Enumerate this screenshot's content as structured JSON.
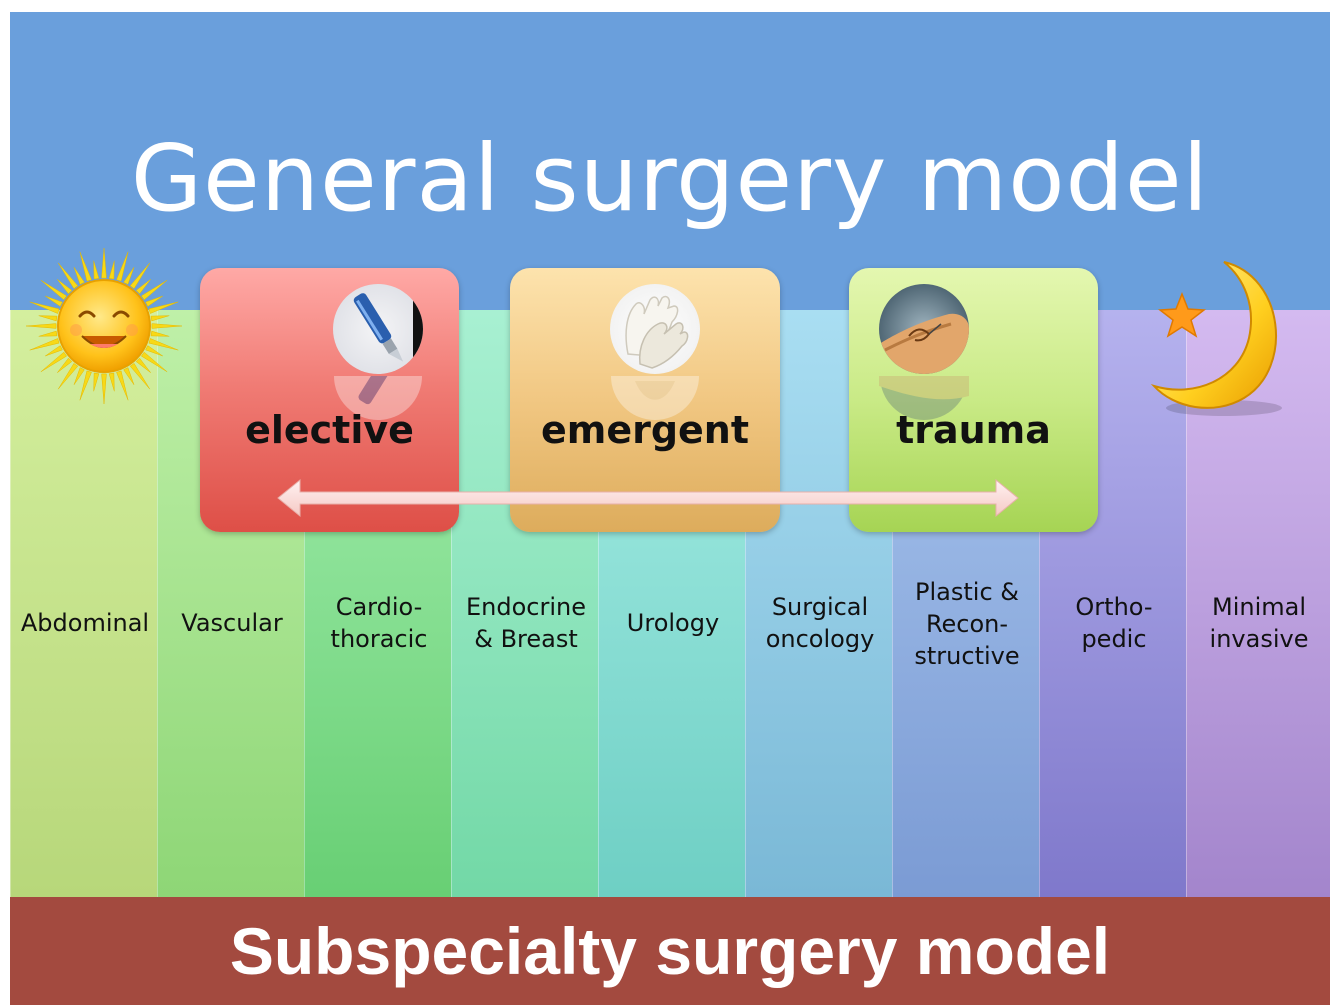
{
  "title": "General surgery model",
  "footer": "Subspecialty surgery model",
  "cards": [
    {
      "label": "elective",
      "icon": "scalpel-icon"
    },
    {
      "label": "emergent",
      "icon": "gloves-icon"
    },
    {
      "label": "trauma",
      "icon": "suture-hand-icon"
    }
  ],
  "subspecialties": [
    {
      "line1": "Abdominal",
      "line2": "",
      "line3": ""
    },
    {
      "line1": "Vascular",
      "line2": "",
      "line3": ""
    },
    {
      "line1": "Cardio-",
      "line2": "thoracic",
      "line3": ""
    },
    {
      "line1": "Endocrine",
      "line2": "& Breast",
      "line3": ""
    },
    {
      "line1": "Urology",
      "line2": "",
      "line3": ""
    },
    {
      "line1": "Surgical",
      "line2": "oncology",
      "line3": ""
    },
    {
      "line1": "Plastic &",
      "line2": "Recon-",
      "line3": "structive"
    },
    {
      "line1": "Ortho-",
      "line2": "pedic",
      "line3": ""
    },
    {
      "line1": "Minimal",
      "line2": "invasive",
      "line3": ""
    }
  ],
  "colors": {
    "header": "#6a9fdc",
    "footer": "#a34a3f",
    "elective": "#e65a55",
    "emergent": "#e8c078",
    "trauma": "#b8e06a"
  }
}
